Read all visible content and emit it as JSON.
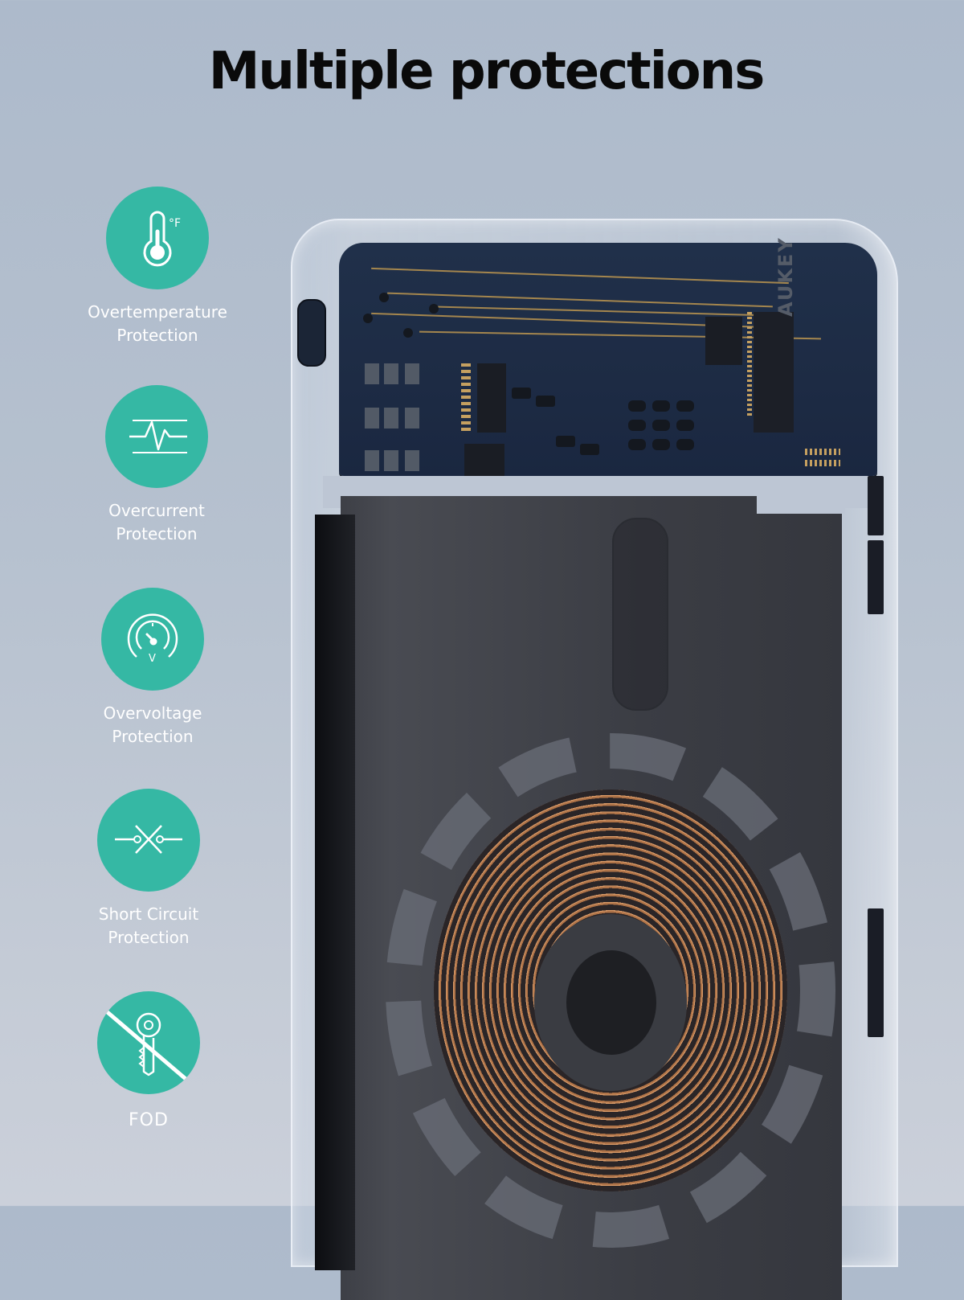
{
  "title": "Multiple protections",
  "colors": {
    "accent": "#35b8a4",
    "background": "#b3bfcd",
    "title_text": "#0a0a0a",
    "label_text": "#ffffff"
  },
  "features": [
    {
      "icon": "thermometer-icon",
      "icon_text": "°F",
      "label_line1": "Overtemperature",
      "label_line2": "Protection"
    },
    {
      "icon": "pulse-wave-icon",
      "label_line1": "Overcurrent",
      "label_line2": "Protection"
    },
    {
      "icon": "voltage-gauge-icon",
      "icon_text": "V",
      "label_line1": "Overvoltage",
      "label_line2": "Protection"
    },
    {
      "icon": "broken-circuit-icon",
      "label_line1": "Short Circuit",
      "label_line2": "Protection"
    },
    {
      "icon": "key-prohibited-icon",
      "label_line1": "FOD"
    }
  ],
  "product": {
    "brand_text": "AUKEY",
    "description": "Transparent cutaway of wireless power bank showing circuit board, battery and copper charging coil"
  }
}
